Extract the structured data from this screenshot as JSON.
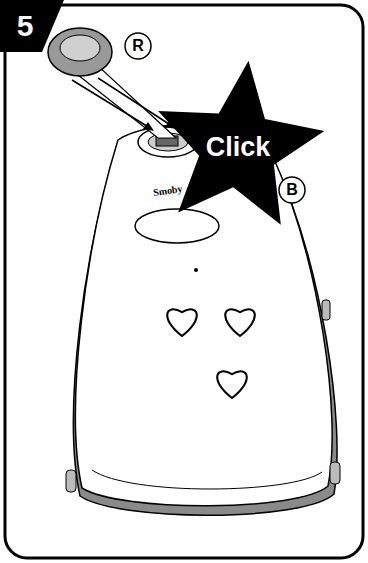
{
  "diagram": {
    "nodes": [
      {
        "text": [
          "5"
        ]
      },
      {
        "text": [
          "Click"
        ]
      }
    ],
    "labels": [
      "R",
      "B",
      "Smoby"
    ]
  }
}
